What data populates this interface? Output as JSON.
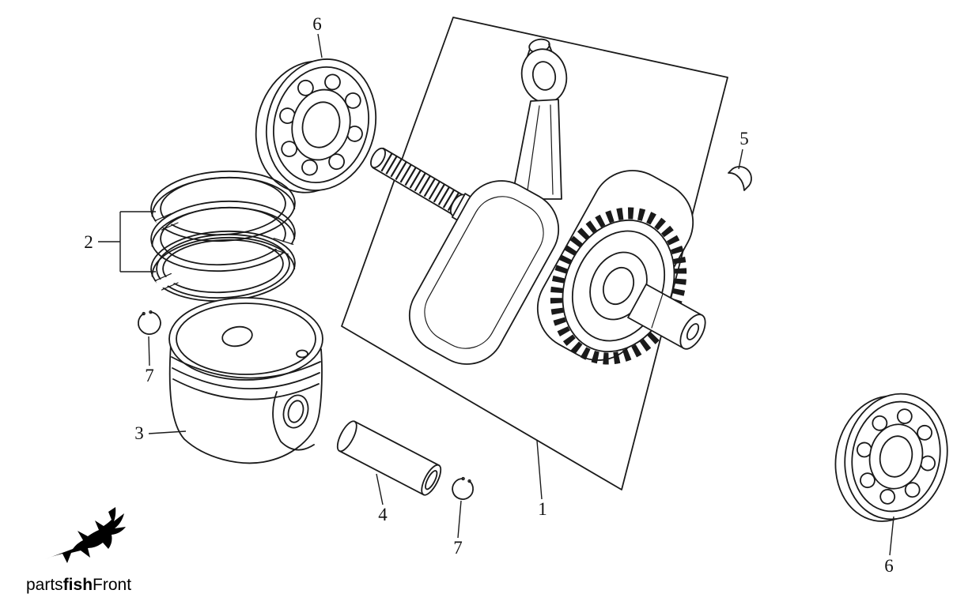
{
  "page": {
    "background_color": "#ffffff",
    "line_color": "#1a1a1a"
  },
  "diagram": {
    "type": "exploded-parts-diagram",
    "subject": "crankshaft-and-piston-assembly",
    "callouts": [
      {
        "label": "6",
        "part": "ball-bearing-upper"
      },
      {
        "label": "5",
        "part": "woodruff-key"
      },
      {
        "label": "2",
        "part": "piston-ring-set"
      },
      {
        "label": "7",
        "part": "piston-pin-clip-left"
      },
      {
        "label": "3",
        "part": "piston"
      },
      {
        "label": "4",
        "part": "piston-pin"
      },
      {
        "label": "7",
        "part": "piston-pin-clip-right"
      },
      {
        "label": "1",
        "part": "crankshaft-assembly"
      },
      {
        "label": "6",
        "part": "ball-bearing-lower"
      }
    ]
  },
  "branding": {
    "logo_icon": "swordfish",
    "wordmark_prefix": "parts",
    "wordmark_emphasis": "fish",
    "wordmark_suffix": "Front"
  }
}
